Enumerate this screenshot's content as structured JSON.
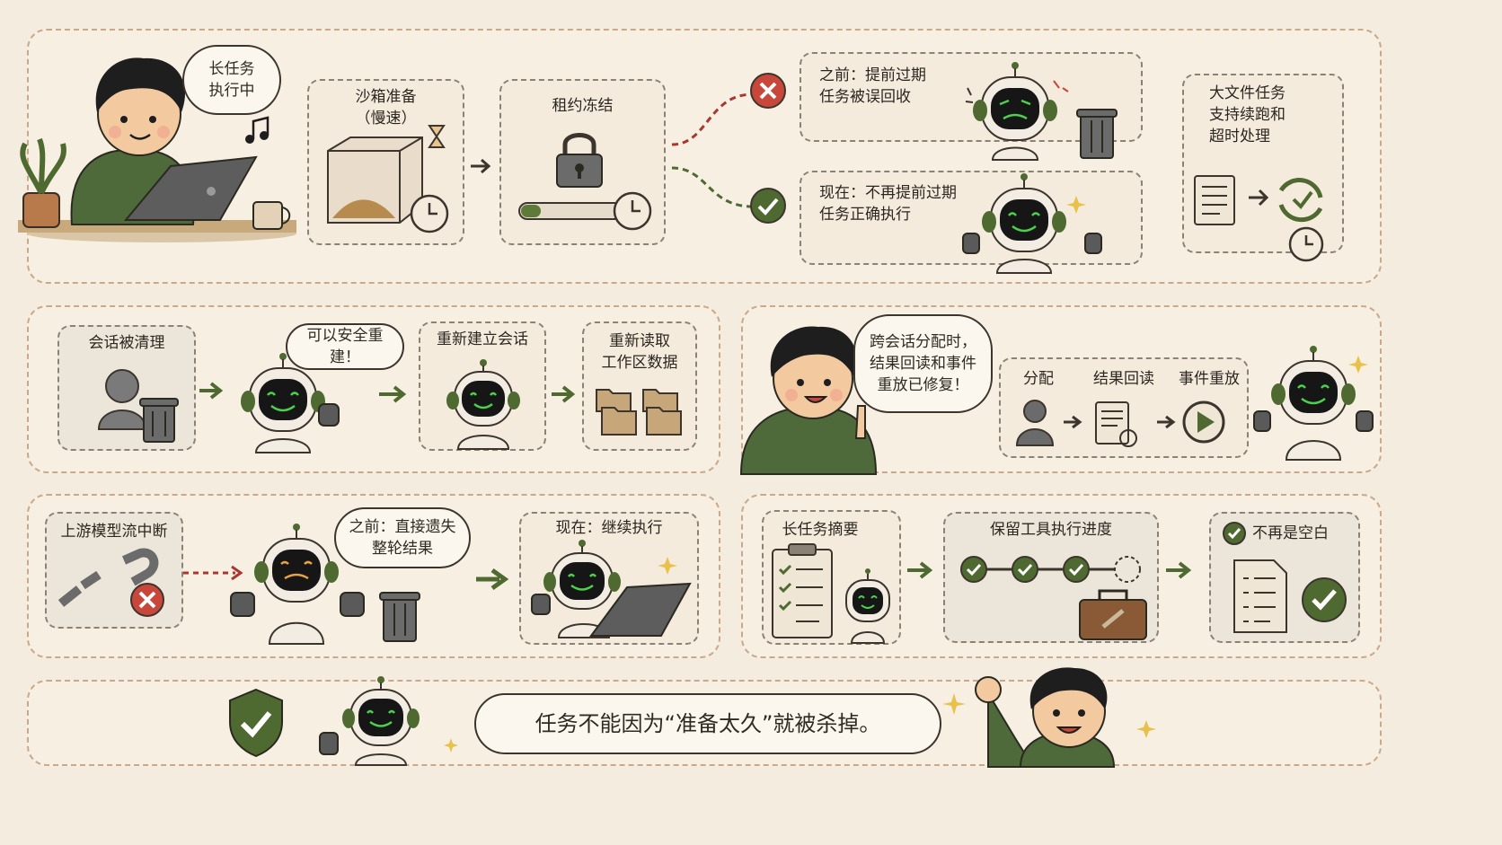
{
  "row1": {
    "bubble_long_task": "长任务\n执行中",
    "sandbox_label": "沙箱准备\n（慢速）",
    "lease_label": "租约冻结",
    "before_text": "之前：提前过期\n任务被误回收",
    "now_text": "现在：不再提前过期\n任务正确执行",
    "bigfile_text": "大文件任务\n支持续跑和\n超时处理"
  },
  "row2": {
    "session_cleared": "会话被清理",
    "bubble_rebuild": "可以安全重建！",
    "rebuild_session": "重新建立会话",
    "reread_workspace": "重新读取\n工作区数据",
    "bubble_cross": "跨会话分配时，\n结果回读和事件\n重放已修复！",
    "step_assign": "分配",
    "step_readback": "结果回读",
    "step_replay": "事件重放"
  },
  "row3": {
    "upstream_break": "上游模型流中断",
    "bubble_before": "之前：直接遗失\n整轮结果",
    "now_continue": "现在：继续执行",
    "long_summary": "长任务摘要",
    "keep_progress": "保留工具执行进度",
    "not_blank": "不再是空白"
  },
  "footer": {
    "banner": "任务不能因为“准备太久”就被杀掉。"
  },
  "colors": {
    "green": "#5d7a3a",
    "red": "#c8463a",
    "dashed_brown": "#c9a98a",
    "dark": "#2f2a22"
  }
}
